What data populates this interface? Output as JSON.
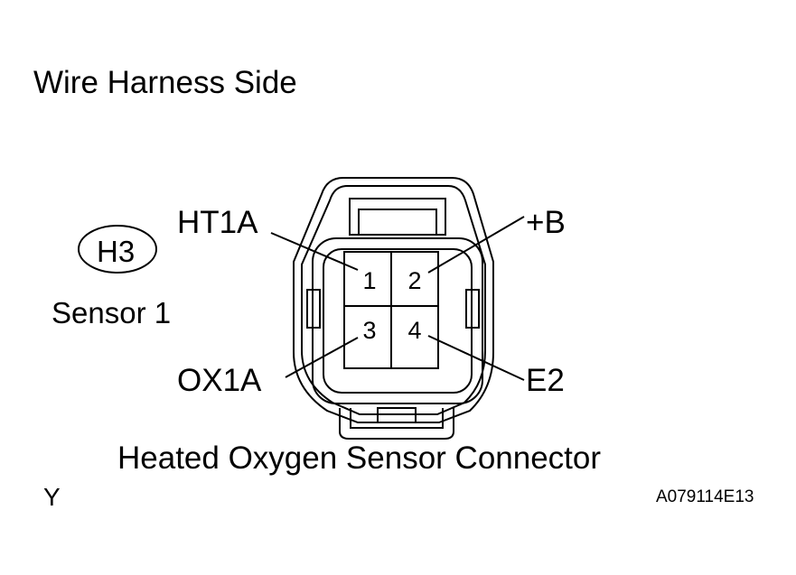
{
  "title": "Wire Harness Side",
  "connector_id": "H3",
  "sensor_label": "Sensor 1",
  "caption": "Heated Oxygen Sensor Connector",
  "corner_mark": "Y",
  "figure_code": "A079114E13",
  "pins": [
    {
      "number": "1",
      "name": "HT1A"
    },
    {
      "number": "2",
      "name": "+B"
    },
    {
      "number": "3",
      "name": "OX1A"
    },
    {
      "number": "4",
      "name": "E2"
    }
  ]
}
